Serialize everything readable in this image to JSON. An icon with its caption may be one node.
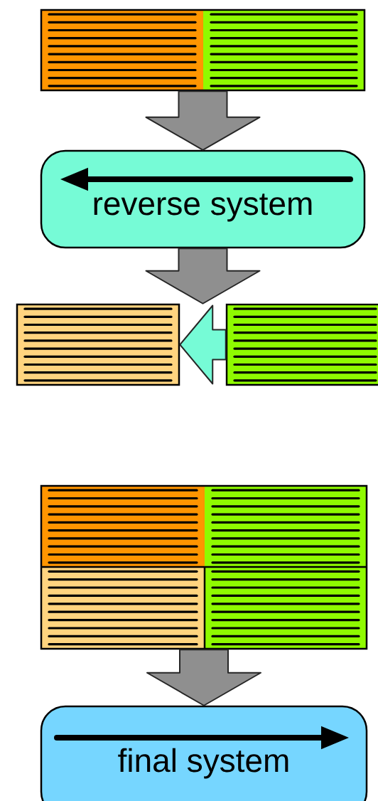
{
  "diagram": {
    "nodes": [
      {
        "text": [],
        "shape": "box"
      },
      {
        "text": [
          "reverse system"
        ]
      },
      {
        "text": [],
        "shape": "box"
      },
      {
        "text": [],
        "shape": "box"
      },
      {
        "text": [],
        "shape": "box"
      },
      {
        "text": [
          "final system"
        ]
      }
    ],
    "edges": [
      {
        "from": 0,
        "to": 1,
        "arrow": "to"
      },
      {
        "from": 1,
        "to": 2,
        "arrow": "to"
      },
      {
        "from": 3,
        "to": 2,
        "arrow": "to",
        "color": "#76fbd6"
      },
      {
        "from": 4,
        "to": 5,
        "arrow": "to"
      }
    ]
  }
}
